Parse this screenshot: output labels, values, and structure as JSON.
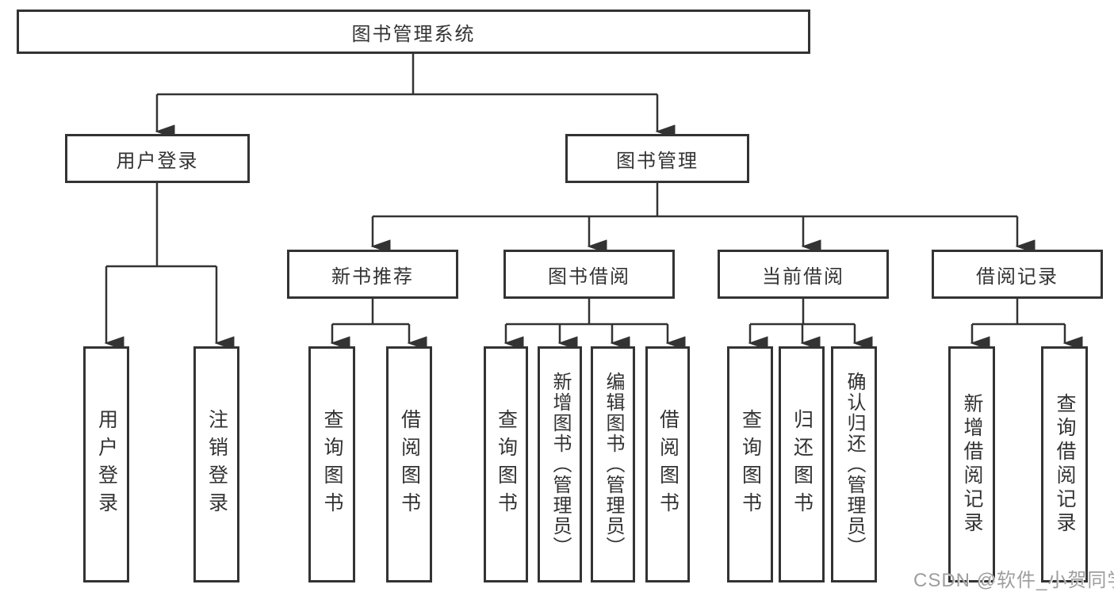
{
  "tree": {
    "root": "图书管理系统",
    "children": [
      {
        "label": "用户登录",
        "children": [
          "用户登录",
          "注销登录"
        ]
      },
      {
        "label": "图书管理",
        "children": [
          {
            "label": "新书推荐",
            "children": [
              "查询图书",
              "借阅图书"
            ]
          },
          {
            "label": "图书借阅",
            "children": [
              "查询图书",
              "新增图书（管理员）",
              "编辑图书（管理员）",
              "借阅图书"
            ]
          },
          {
            "label": "当前借阅",
            "children": [
              "查询图书",
              "归还图书",
              "确认归还（管理员）"
            ]
          },
          {
            "label": "借阅记录",
            "children": [
              "新增借阅记录",
              "查询借阅记录"
            ]
          }
        ]
      }
    ]
  },
  "watermark": "CSDN @软件_小贺同学",
  "colors": {
    "line": "#333333",
    "box_border": "#333333",
    "text": "#333333",
    "watermark": "#9e9e9e",
    "background": "#ffffff"
  }
}
